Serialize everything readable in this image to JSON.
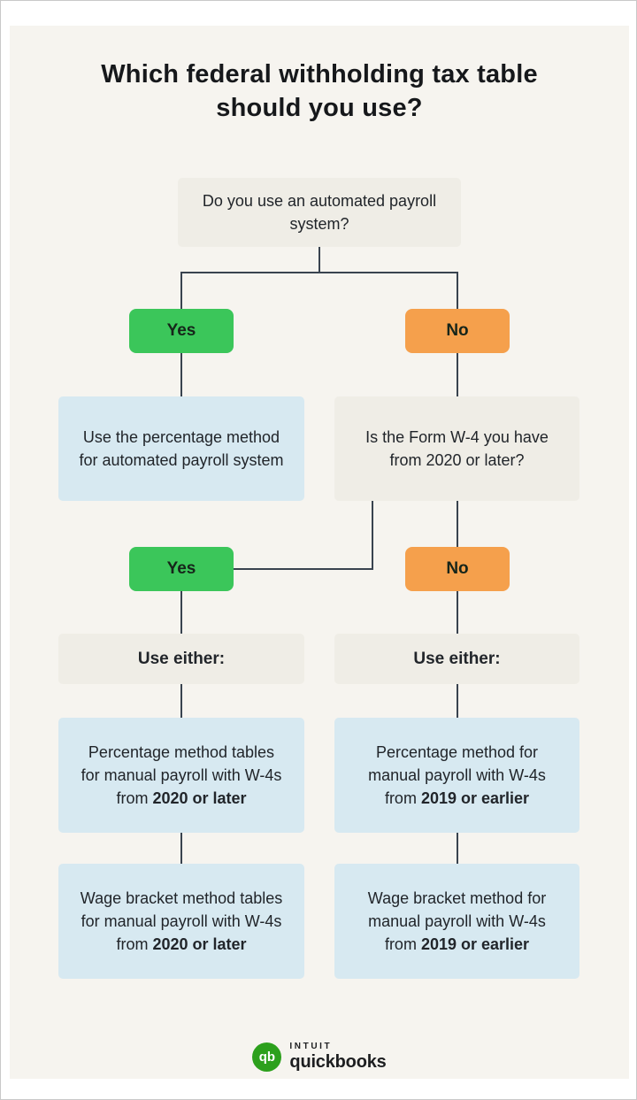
{
  "title": "Which federal withholding tax table should you use?",
  "flow": {
    "q1": "Do you use an automated payroll system?",
    "yes1": "Yes",
    "no1": "No",
    "automated_result": "Use the percentage method for automated payroll system",
    "q2": "Is the Form W-4 you have from 2020 or later?",
    "yes2": "Yes",
    "no2": "No",
    "use_either_left": "Use either:",
    "use_either_right": "Use either:",
    "left_opt1_text": "Percentage method tables for manual payroll with W-4s from ",
    "left_opt1_bold": "2020 or later",
    "left_opt2_text": "Wage bracket method tables for manual payroll with W-4s from ",
    "left_opt2_bold": "2020 or later",
    "right_opt1_text": "Percentage method for manual payroll with W-4s from ",
    "right_opt1_bold": "2019 or earlier",
    "right_opt2_text": "Wage bracket method for manual payroll with W-4s from ",
    "right_opt2_bold": "2019 or earlier"
  },
  "logo": {
    "qb_monogram": "qb",
    "intuit": "intuit",
    "quickbooks": "quickbooks"
  },
  "colors": {
    "yes_green": "#3bc65a",
    "no_orange": "#f5a04c",
    "info_blue": "#d7e9f1",
    "neutral_gray": "#efede6",
    "connector": "#39434f",
    "panel_bg": "#f6f4ef",
    "qb_logo_green": "#2ca01c",
    "text": "#21252a"
  }
}
